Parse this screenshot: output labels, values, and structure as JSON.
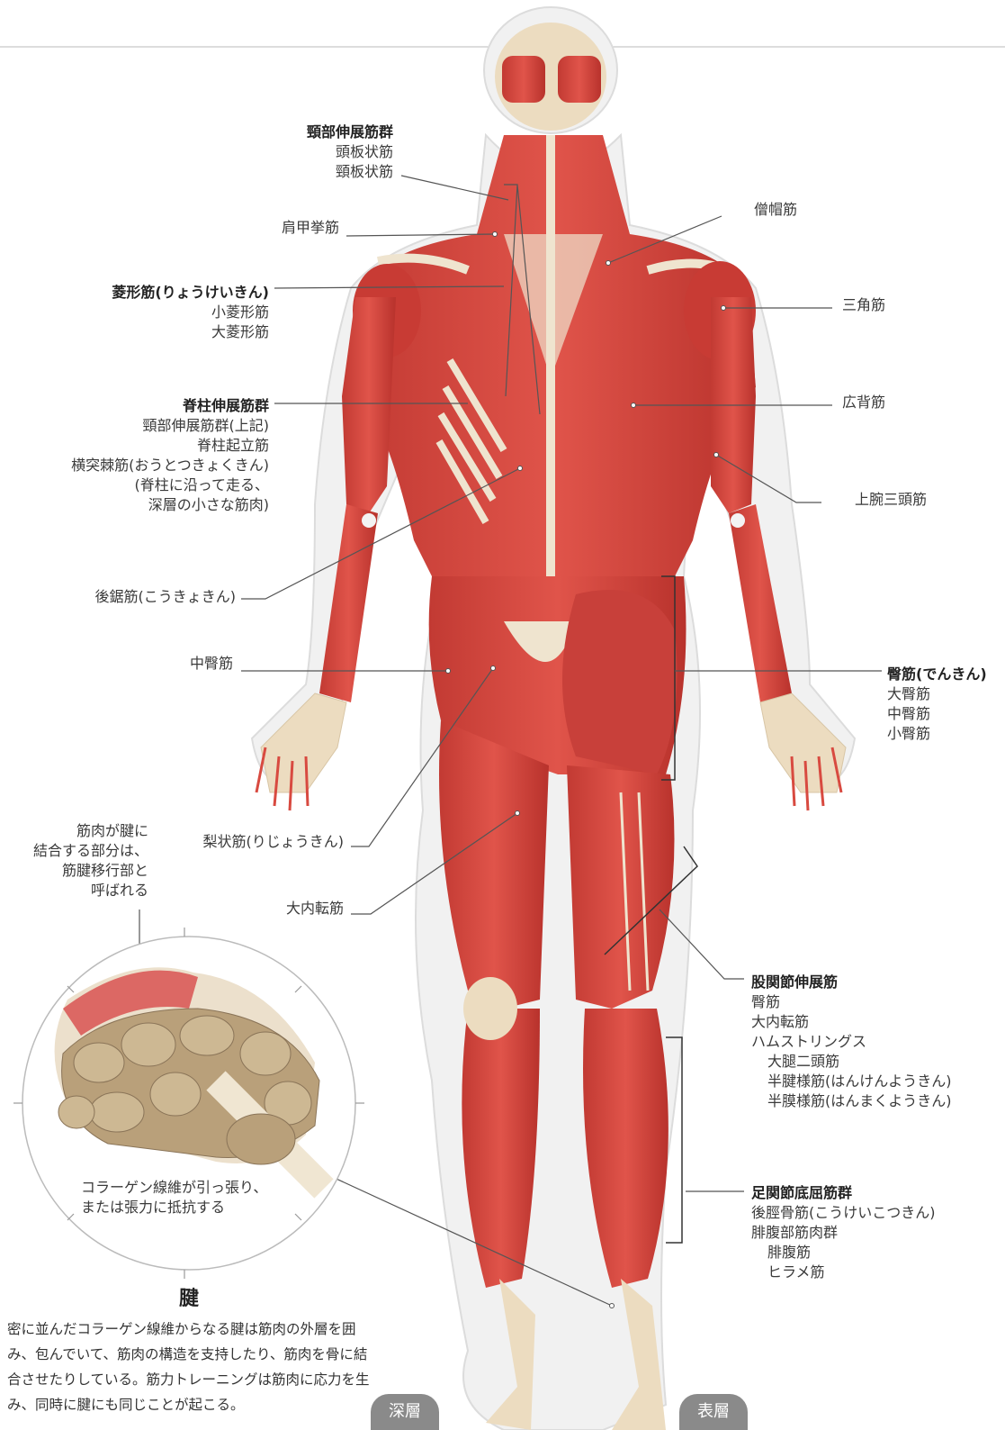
{
  "labels": {
    "neck_extensors": {
      "title": "頸部伸展筋群",
      "lines": [
        "頭板状筋",
        "頸板状筋"
      ]
    },
    "levator_scapulae": "肩甲挙筋",
    "rhomboids": {
      "title": "菱形筋(りょうけいきん)",
      "lines": [
        "小菱形筋",
        "大菱形筋"
      ]
    },
    "erector_group": {
      "title": "脊柱伸展筋群",
      "lines": [
        "頸部伸展筋群(上記)",
        "脊柱起立筋",
        "横突棘筋(おうとつきょくきん)",
        "(脊柱に沿って走る、",
        "深層の小さな筋肉)"
      ]
    },
    "serratus_posterior": "後鋸筋(こうきょきん)",
    "gluteus_medius": "中臀筋",
    "piriformis": "梨状筋(りじょうきん)",
    "adductor_magnus": "大内転筋",
    "trapezius": "僧帽筋",
    "deltoid": "三角筋",
    "latissimus": "広背筋",
    "triceps": "上腕三頭筋",
    "gluteals": {
      "title": "臀筋(でんきん)",
      "lines": [
        "大臀筋",
        "中臀筋",
        "小臀筋"
      ]
    },
    "hip_extensors": {
      "title": "股関節伸展筋",
      "lines": [
        "臀筋",
        "大内転筋",
        "ハムストリングス"
      ],
      "sub": [
        "大腿二頭筋",
        "半腱様筋(はんけんようきん)",
        "半膜様筋(はんまくようきん)"
      ]
    },
    "ankle_plantar": {
      "title": "足関節底屈筋群",
      "lines": [
        "後脛骨筋(こうけいこつきん)",
        "腓腹部筋肉群"
      ],
      "sub": [
        "腓腹筋",
        "ヒラメ筋"
      ]
    }
  },
  "tendon_callout": {
    "junction_lines": [
      "筋肉が腱に",
      "結合する部分は、",
      "筋腱移行部と",
      "呼ばれる"
    ],
    "collagen_lines": [
      "コラーゲン線維が引っ張り、",
      "または張力に抵抗する"
    ]
  },
  "tendon_section": {
    "title": "腱",
    "body": "密に並んだコラーゲン線維からなる腱は筋肉の外層を囲み、包んでいて、筋肉の構造を支持したり、筋肉を骨に結合させたりしている。筋力トレーニングは筋肉に応力を生み、同時に腱にも同じことが起こる。"
  },
  "badges": {
    "deep": "深層",
    "surface": "表層"
  },
  "colors": {
    "muscle": "#d8453d",
    "muscle_dark": "#b22f2a",
    "tendon": "#efe4cf",
    "outline": "#e6e6e6",
    "leader": "#555555",
    "badge": "#8a8a8a"
  }
}
